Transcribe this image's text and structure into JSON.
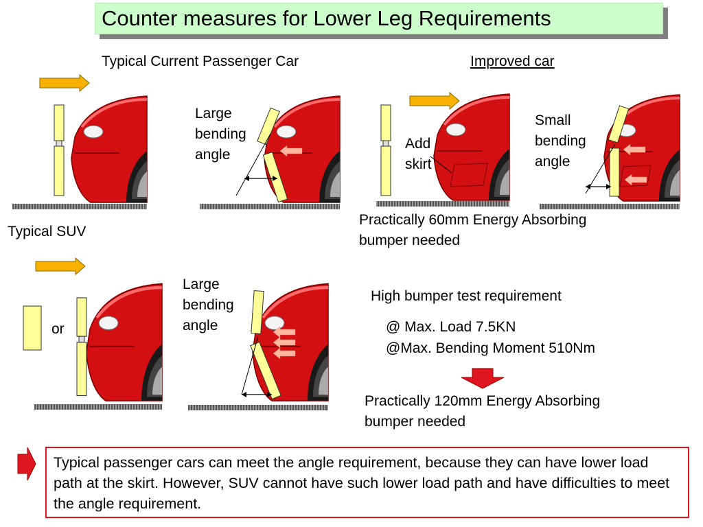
{
  "title": "Counter measures for Lower Leg Requirements",
  "labels": {
    "typical_car": "Typical Current Passenger Car",
    "improved_car": "Improved car",
    "typical_suv": "Typical SUV",
    "or": "or",
    "large_bending_1": [
      "Large",
      "bending",
      "angle"
    ],
    "large_bending_2": [
      "Large",
      "bending",
      "angle"
    ],
    "small_bending": [
      "Small",
      "bending",
      "angle"
    ],
    "add_skirt": [
      "Add",
      "skirt"
    ],
    "practically_60": [
      "Practically 60mm Energy Absorbing",
      "bumper needed"
    ],
    "high_bumper": "High bumper test requirement",
    "max_load": "@ Max. Load 7.5KN",
    "max_moment": "@Max. Bending Moment 510Nm",
    "practically_120": [
      "Practically 120mm Energy Absorbing",
      "bumper needed"
    ]
  },
  "note": "Typical passenger cars can meet the angle requirement, because they can have lower load path at the skirt. However, SUV cannot have such lower load path and have difficulties to meet the angle requirement.",
  "colors": {
    "car_red": "#d40f12",
    "leg_yellow": "#ffff99",
    "arrow_orange": "#f7b200",
    "note_border": "#e0161f",
    "title_bg": "#ccffcc"
  }
}
